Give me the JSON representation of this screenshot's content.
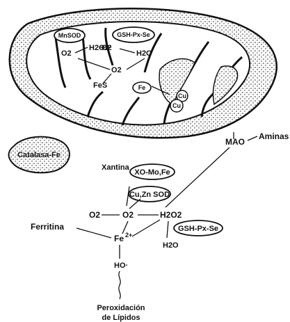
{
  "mitochondrion": {
    "mnsod": "MnSOD",
    "gsh_px_se": "GSH-Px-Se",
    "h2o2": "H2O2",
    "o2_left": "O2",
    "o2_mid": "O2",
    "h2o": "H2O",
    "o2_center": "O2",
    "fes": "FeS",
    "fe": "Fe",
    "cu_a": "Cu",
    "cu_b": "Cu"
  },
  "catalasa": "Catalasa-Fe",
  "mao": "MAO",
  "aminas": "Aminas",
  "xantina": "Xantina",
  "xo_mo_fe": "XO-Mo,Fe",
  "cuznsod": "Cu,Zn SOD",
  "o2_bottom": "O2",
  "o2_radical": "O2",
  "h2o2_bottom": "H2O2",
  "gsh_px_se_bottom": "GSH-Px-Se",
  "h2o_bottom": "H2O",
  "ferritina": "Ferritina",
  "fe2": "Fe",
  "fe2_charge": "2+",
  "ho_radical": "HO·",
  "peroxidacion": "Peroxidación",
  "de_lipidos": "de Lípidos"
}
